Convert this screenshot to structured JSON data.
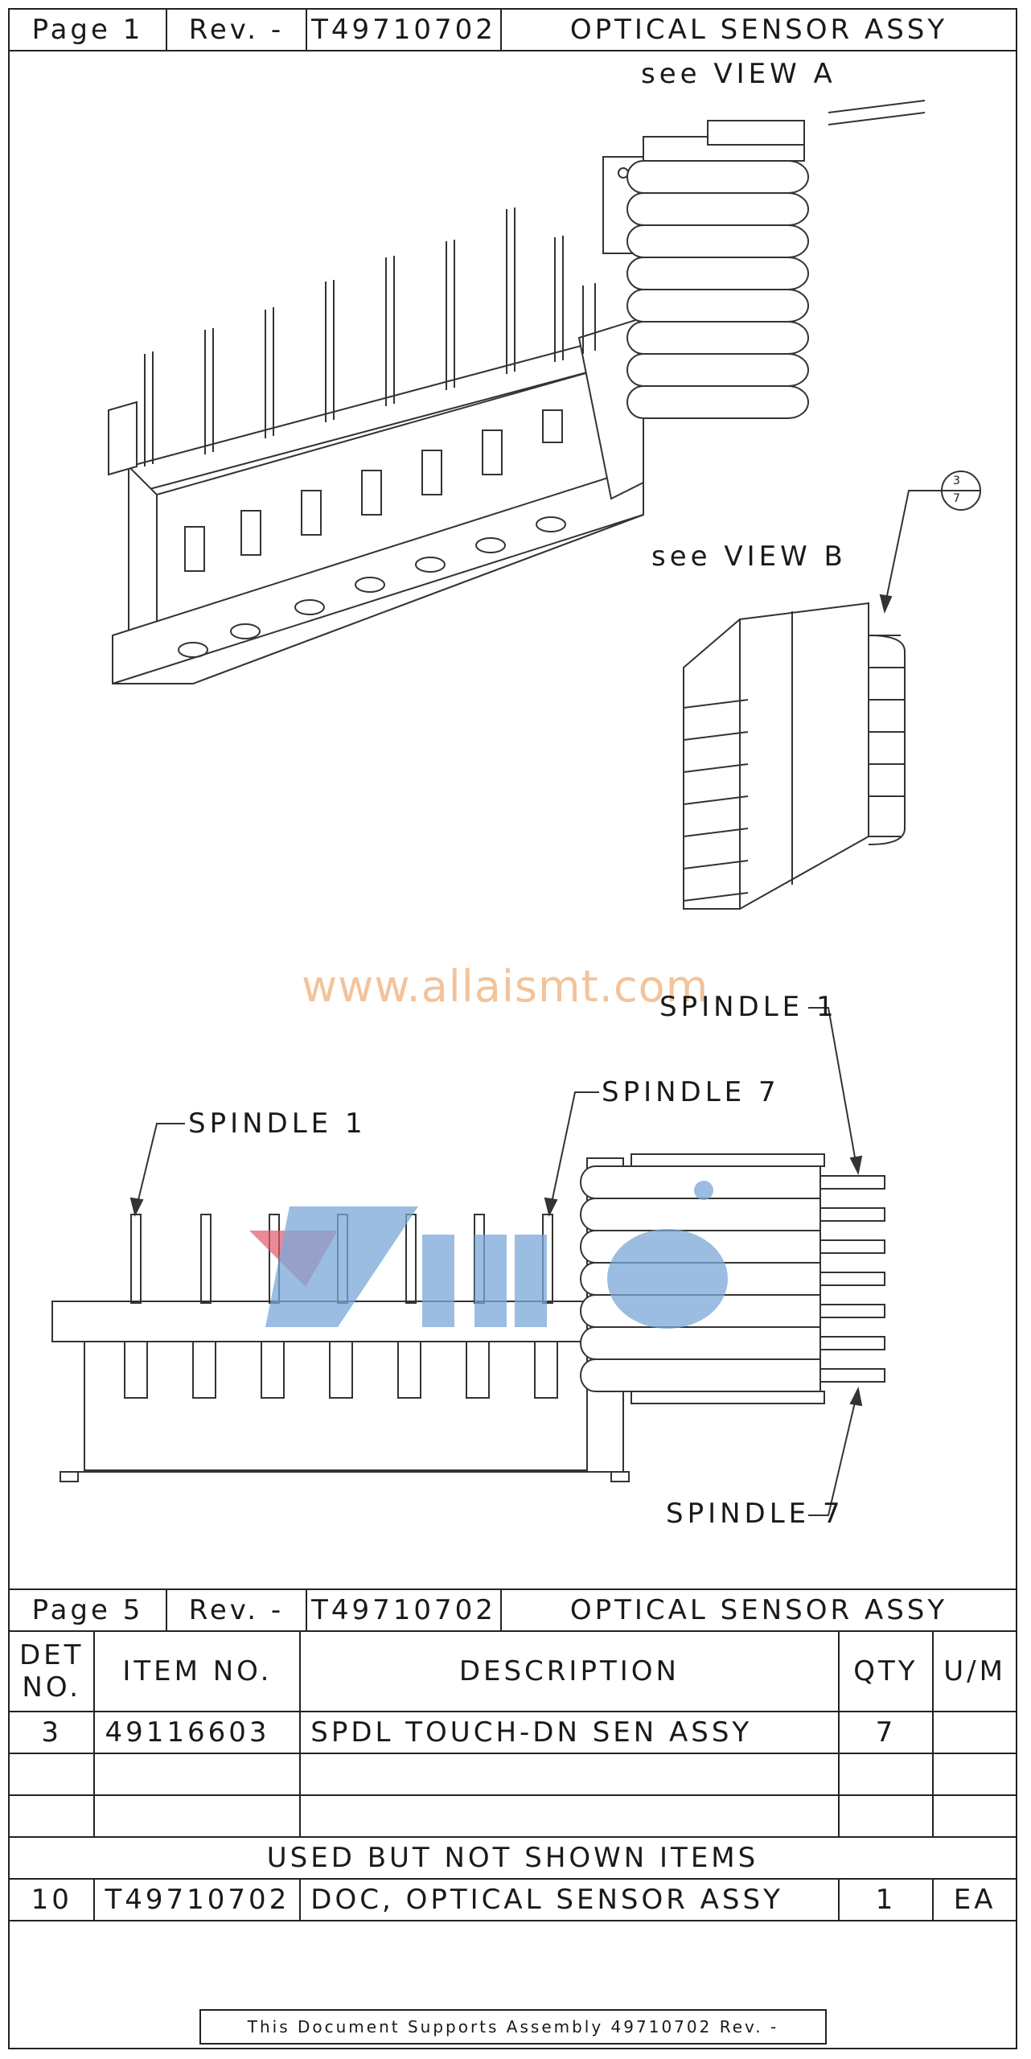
{
  "header_top": {
    "page": "Page 1",
    "rev": "Rev. -",
    "doc_no": "T49710702",
    "title": "OPTICAL SENSOR ASSY"
  },
  "header_bottom": {
    "page": "Page 5",
    "rev": "Rev. -",
    "doc_no": "T49710702",
    "title": "OPTICAL SENSOR ASSY"
  },
  "views": {
    "view_a": "see VIEW A",
    "view_b": "see VIEW B",
    "balloon_top": "3",
    "balloon_bottom": "7"
  },
  "labels": {
    "spindle_1_left": "SPINDLE 1",
    "spindle_7_top": "SPINDLE 7",
    "spindle_1_right": "SPINDLE 1",
    "spindle_7_bottom": "SPINDLE 7"
  },
  "watermark": {
    "url": "www.allaismt.com",
    "logo_colors": {
      "blue": "#7aa7d8",
      "red": "#e05a6a"
    }
  },
  "bom": {
    "headers": {
      "det_no": "DET NO.",
      "item_no": "ITEM NO.",
      "description": "DESCRIPTION",
      "qty": "QTY",
      "um": "U/M"
    },
    "rows": [
      {
        "det": "3",
        "item": "49116603",
        "desc": "SPDL TOUCH-DN SEN ASSY",
        "qty": "7",
        "um": ""
      },
      {
        "det": "",
        "item": "",
        "desc": "",
        "qty": "",
        "um": ""
      },
      {
        "det": "",
        "item": "",
        "desc": "",
        "qty": "",
        "um": ""
      }
    ],
    "section_label": "USED BUT NOT SHOWN ITEMS",
    "unshown_rows": [
      {
        "det": "10",
        "item": "T49710702",
        "desc": "DOC, OPTICAL SENSOR ASSY",
        "qty": "1",
        "um": "EA"
      }
    ]
  },
  "footer": "This Document Supports Assembly 49710702 Rev. -"
}
